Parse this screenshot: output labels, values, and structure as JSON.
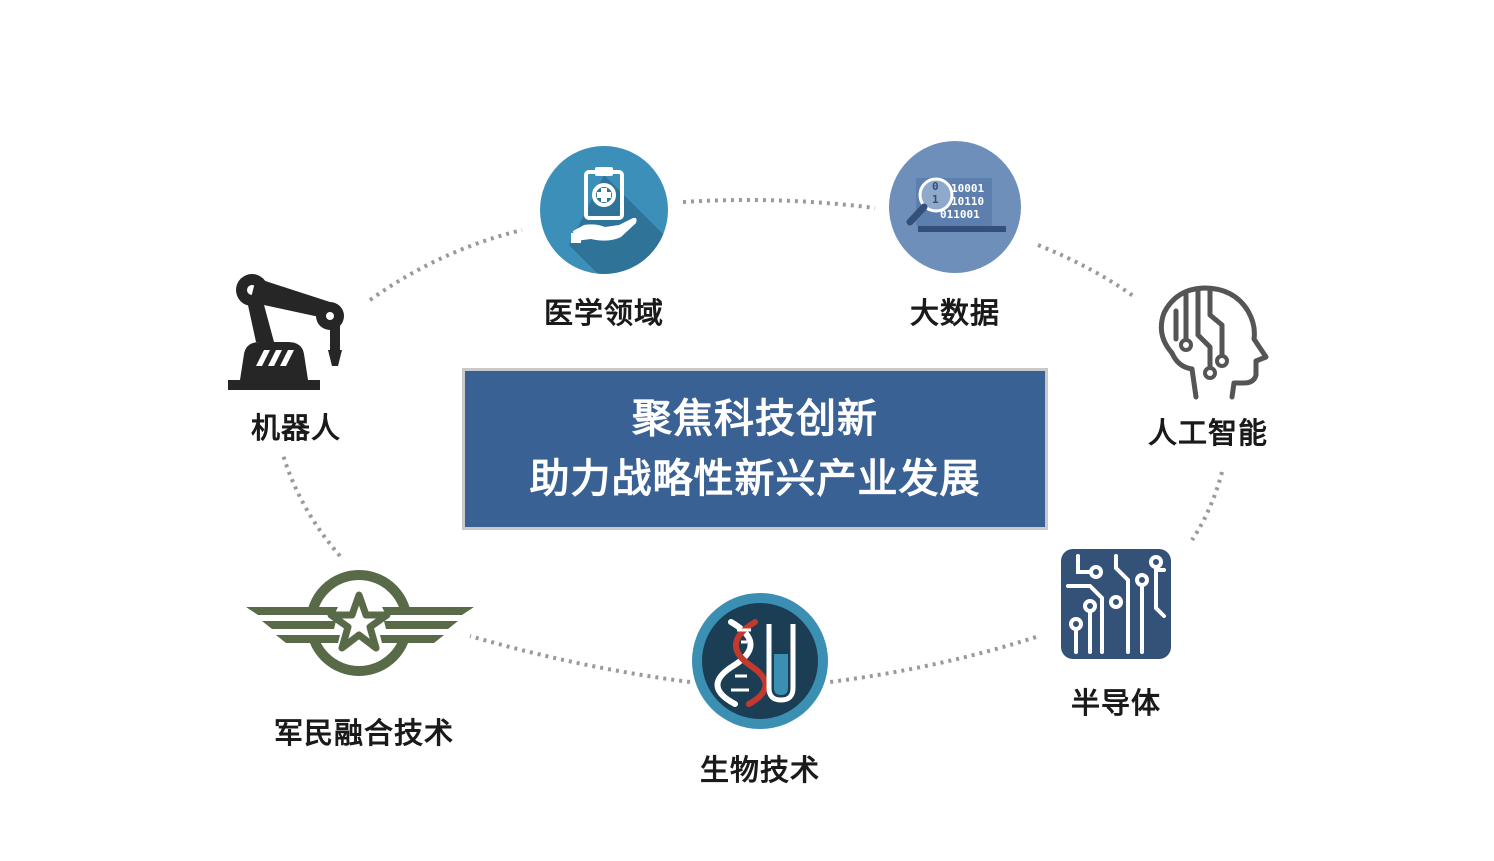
{
  "center": {
    "line1": "聚焦科技创新",
    "line2": "助力战略性新兴产业发展"
  },
  "nodes": {
    "medical": {
      "label": "医学领域",
      "icon": "medical-clipboard-hand-icon",
      "color": "#3b8fb8"
    },
    "bigdata": {
      "label": "大数据",
      "icon": "data-magnifier-laptop-icon",
      "color": "#6d8fba",
      "digits": [
        "10001",
        "10110",
        "011001"
      ],
      "lens_digits": [
        "0",
        "1"
      ]
    },
    "ai": {
      "label": "人工智能",
      "icon": "ai-head-circuit-icon",
      "color": "#555555"
    },
    "semiconductor": {
      "label": "半导体",
      "icon": "circuit-chip-icon",
      "color": "#345177"
    },
    "biotech": {
      "label": "生物技术",
      "icon": "dna-test-tube-icon",
      "color": "#1c3e55"
    },
    "military": {
      "label": "军民融合技术",
      "icon": "winged-star-emblem-icon",
      "color": "#586a48"
    },
    "robot": {
      "label": "机器人",
      "icon": "robot-arm-icon",
      "color": "#262626"
    }
  },
  "connector_color": "#9a9a9a"
}
